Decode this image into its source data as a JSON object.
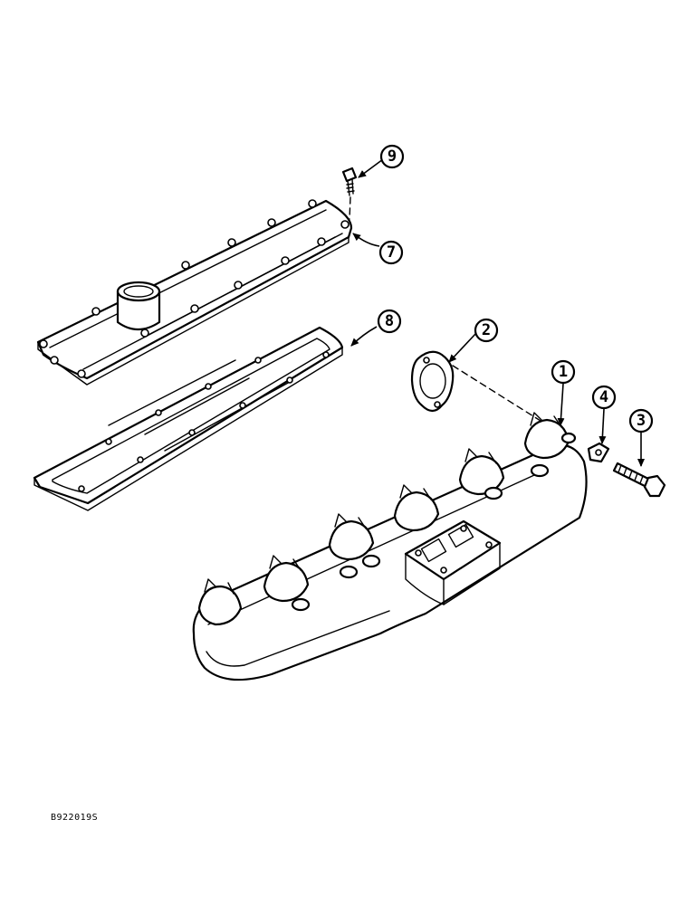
{
  "callouts": [
    {
      "id": "exhaust-manifold",
      "label": "1"
    },
    {
      "id": "manifold-gasket",
      "label": "2"
    },
    {
      "id": "bolt",
      "label": "3"
    },
    {
      "id": "lock-plate",
      "label": "4"
    },
    {
      "id": "cover",
      "label": "7"
    },
    {
      "id": "cover-gasket",
      "label": "8"
    },
    {
      "id": "cover-screw",
      "label": "9"
    }
  ],
  "figure_code": "B922019S"
}
